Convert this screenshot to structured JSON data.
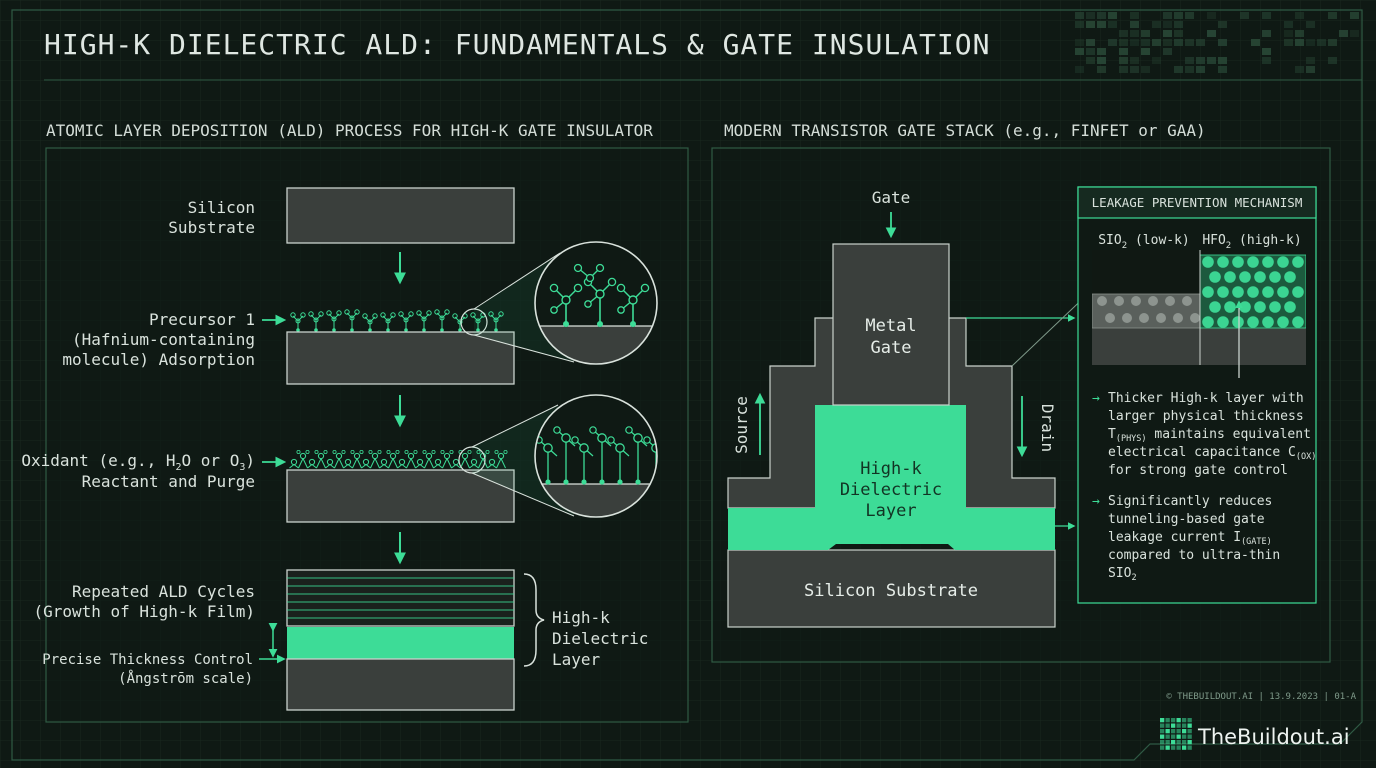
{
  "title": "HIGH-K DIELECTRIC ALD: FUNDAMENTALS & GATE INSULATION",
  "colors": {
    "accent": "#3ddc97",
    "background": "#0f1914",
    "panel_border": "#2f5a44",
    "layer_fill": "#3a3f3c"
  },
  "left_panel": {
    "heading": "ATOMIC LAYER DEPOSITION (ALD) PROCESS FOR HIGH-K GATE INSULATOR",
    "step1": {
      "line1": "Silicon",
      "line2": "Substrate"
    },
    "step2": {
      "line1": "Precursor 1",
      "line2": "(Hafnium-containing",
      "line3": "molecule) Adsorption"
    },
    "step3": {
      "line1_a": "Oxidant (e.g., H",
      "sub_a": "2",
      "line1_b": "O or O",
      "sub_b": "3",
      "line1_c": ")",
      "line2": "Reactant and Purge"
    },
    "step4": {
      "line1": "Repeated ALD Cycles",
      "line2": "(Growth of High-k Film)",
      "thick1": "Precise Thickness Control",
      "thick2": "(Ångstrōm scale)",
      "result1": "High-k",
      "result2": "Dielectric",
      "result3": "Layer"
    }
  },
  "right_panel": {
    "heading": "MODERN TRANSISTOR GATE STACK (e.g., FINFET or GAA)",
    "gate_label": "Gate",
    "metal_gate1": "Metal",
    "metal_gate2": "Gate",
    "dielectric1": "High-k",
    "dielectric2": "Dielectric",
    "dielectric3": "Layer",
    "substrate": "Silicon Substrate",
    "source": "Source",
    "drain": "Drain",
    "inset": {
      "title": "LEAKAGE PREVENTION MECHANISM",
      "low_k_a": "SIO",
      "low_k_sub": "2",
      "low_k_b": " (low-k)",
      "high_k_a": "HFO",
      "high_k_sub": "2",
      "high_k_b": " (high-k)",
      "bullet1": {
        "l1": "Thicker High-k layer with",
        "l2": "larger physical thickness",
        "l3a": "T",
        "l3sub": "(PHYS)",
        "l3b": " maintains equivalent",
        "l4a": "electrical capacitance C",
        "l4sub": "(OX)",
        "l5": "for strong gate control"
      },
      "bullet2": {
        "l1": "Significantly reduces",
        "l2": "tunneling-based gate",
        "l3a": "leakage current I",
        "l3sub": "(GATE)",
        "l4": "compared to ultra-thin",
        "l5a": "SIO",
        "l5sub": "2"
      }
    }
  },
  "footer": {
    "meta": "© THEBUILDOUT.AI | 13.9.2023 | 01-A",
    "brand": "TheBuildout.ai"
  }
}
